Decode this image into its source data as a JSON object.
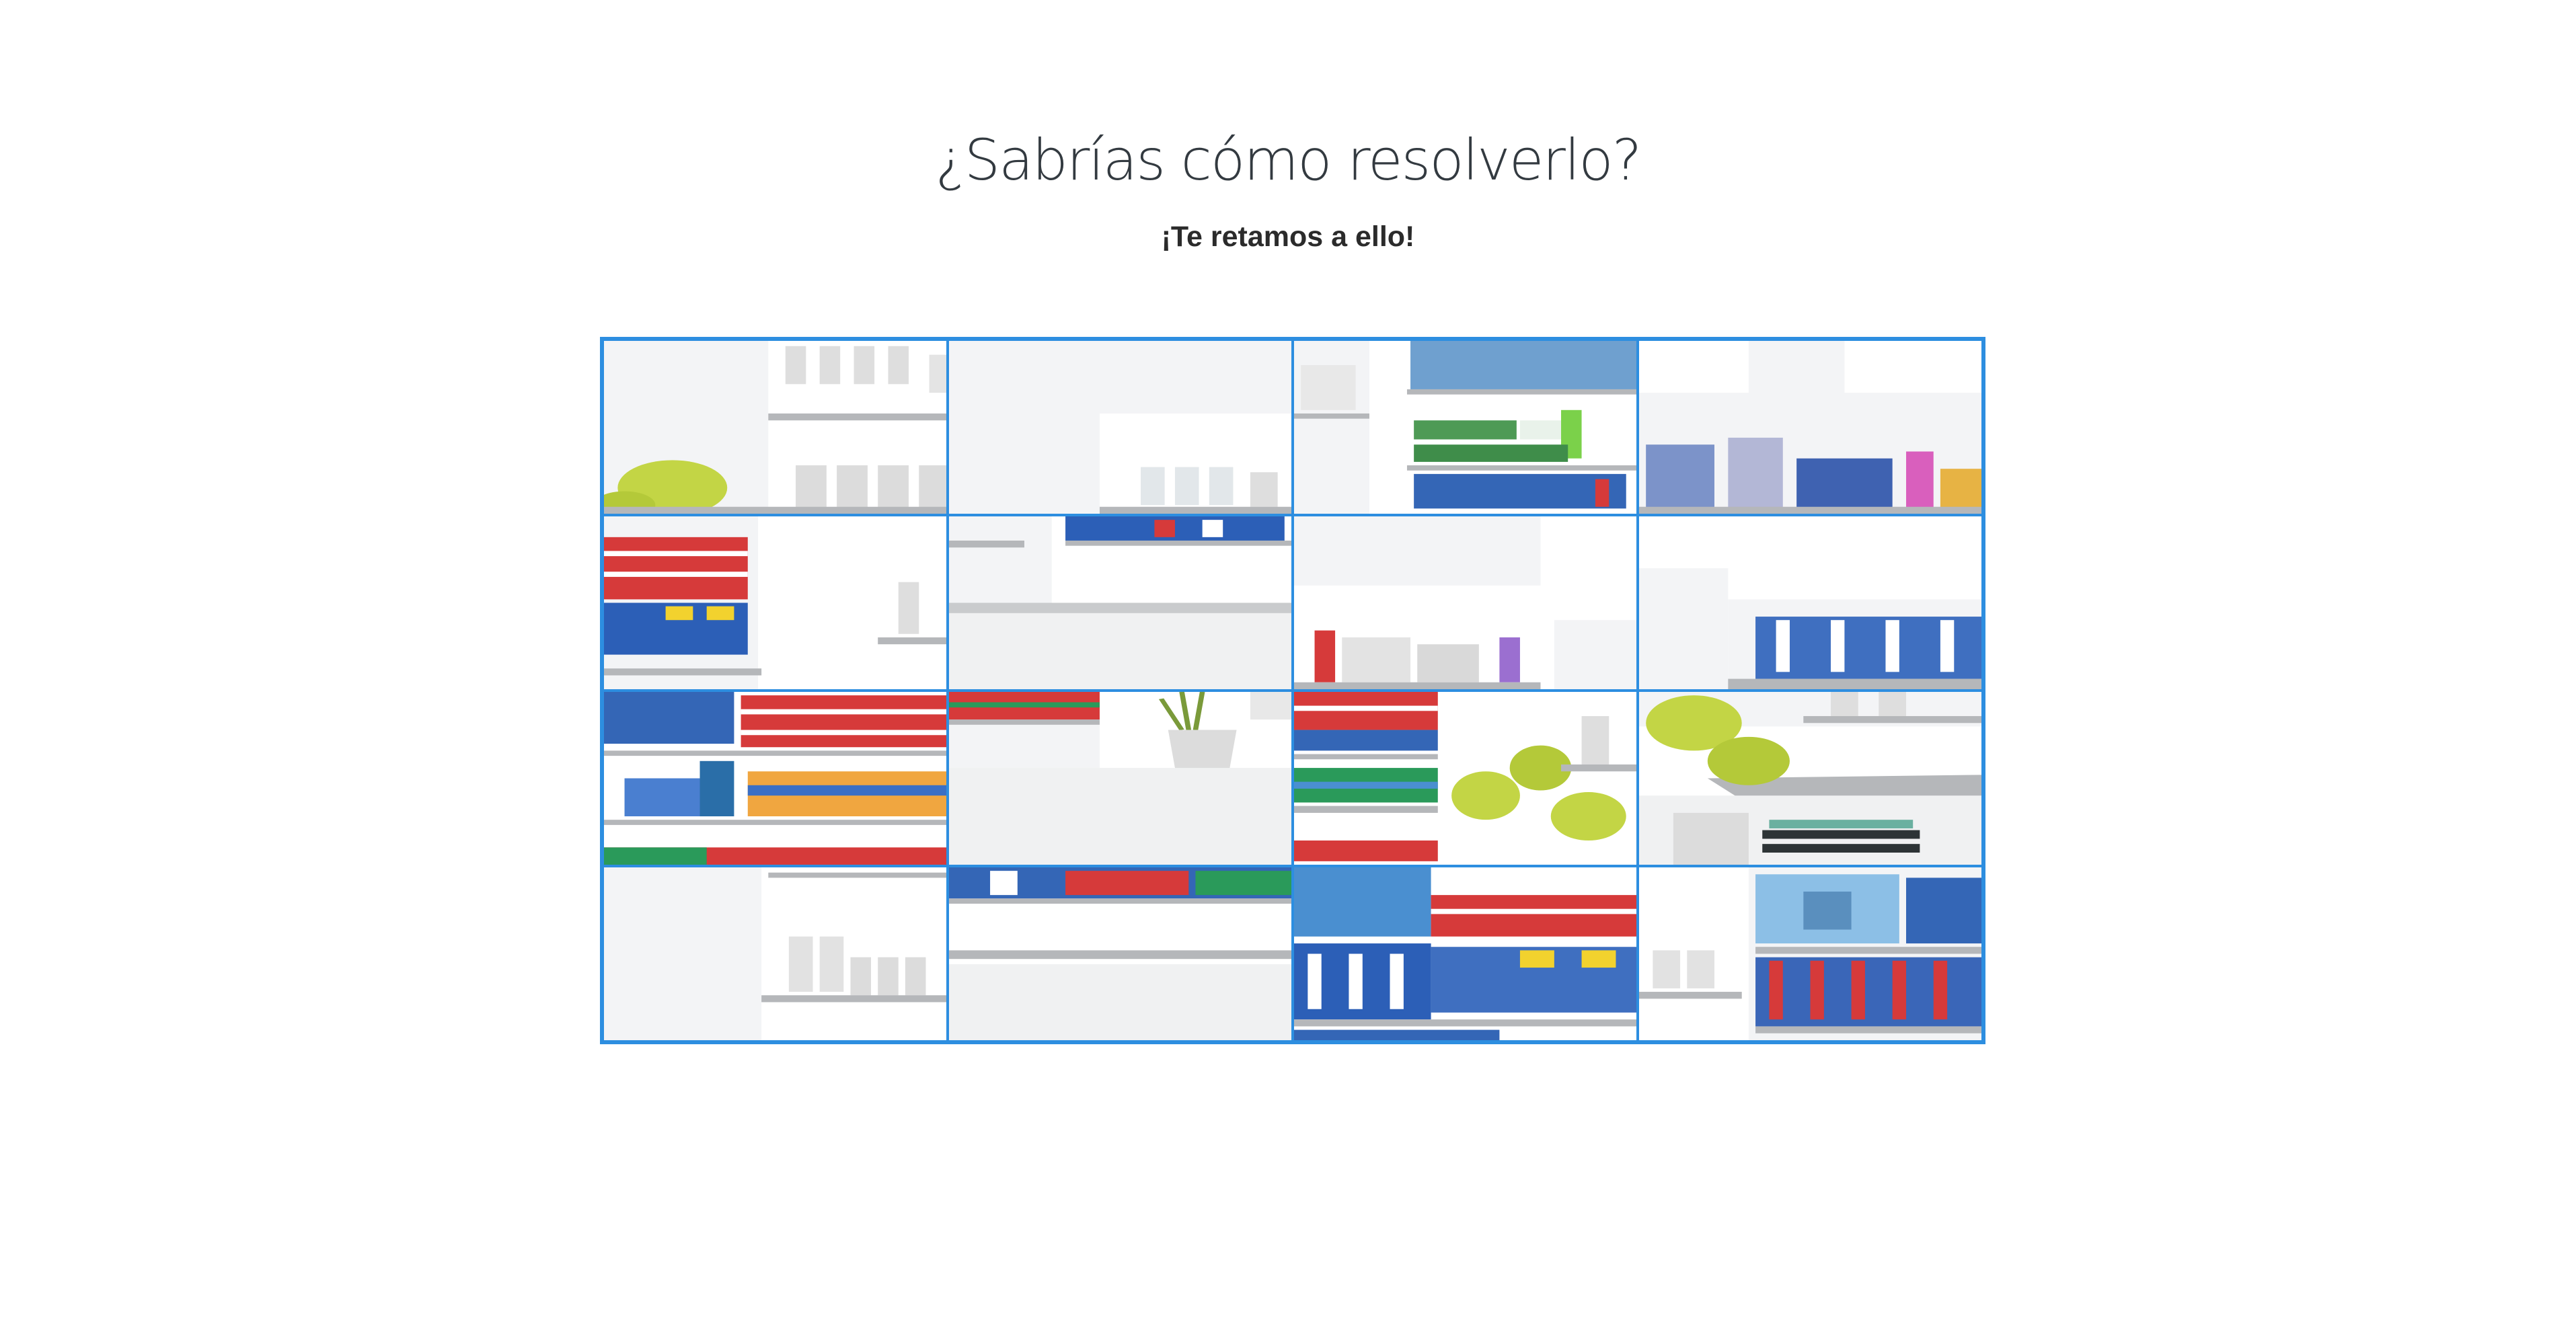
{
  "header": {
    "title": "¿Sabrías cómo resolverlo?",
    "subtitle": "¡Te retamos a ello!"
  },
  "colors": {
    "accent_border": "#2d8ee0",
    "wall_grey": "#f3f4f6",
    "shelf_grey": "#b5b7ba",
    "plant_green": "#c3d545",
    "brand_red": "#d63a3a",
    "brand_blue": "#2c5fb7"
  },
  "puzzle": {
    "rows": 4,
    "cols": 4,
    "pieces": [
      {
        "id": "piece-1",
        "icon": "plant-leaves-and-bottles"
      },
      {
        "id": "piece-2",
        "icon": "empty-wall-with-jars"
      },
      {
        "id": "piece-3",
        "icon": "toothbrush-and-toothpaste-shelves"
      },
      {
        "id": "piece-4",
        "icon": "product-boxes-shelf"
      },
      {
        "id": "piece-5",
        "icon": "red-toothpaste-boxes"
      },
      {
        "id": "piece-6",
        "icon": "counter-with-products"
      },
      {
        "id": "piece-7",
        "icon": "small-product-shelf"
      },
      {
        "id": "piece-8",
        "icon": "toothbrush-shelf"
      },
      {
        "id": "piece-9",
        "icon": "toothpaste-rows"
      },
      {
        "id": "piece-10",
        "icon": "potted-plant-counter"
      },
      {
        "id": "piece-11",
        "icon": "toothpaste-and-plant"
      },
      {
        "id": "piece-12",
        "icon": "monstera-plant-counter"
      },
      {
        "id": "piece-13",
        "icon": "bottles-on-shelf"
      },
      {
        "id": "piece-14",
        "icon": "counter-edge-products"
      },
      {
        "id": "piece-15",
        "icon": "dense-product-shelves"
      },
      {
        "id": "piece-16",
        "icon": "display-screen-and-toothbrushes"
      }
    ]
  }
}
